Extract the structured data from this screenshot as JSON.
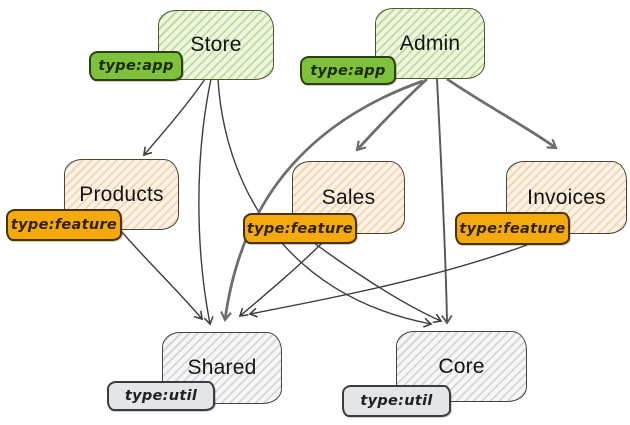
{
  "diagram": {
    "kind": "dependency-graph",
    "nodes": [
      {
        "id": "store",
        "label": "Store",
        "tag": "type:app",
        "type": "app"
      },
      {
        "id": "admin",
        "label": "Admin",
        "tag": "type:app",
        "type": "app"
      },
      {
        "id": "products",
        "label": "Products",
        "tag": "type:feature",
        "type": "feature"
      },
      {
        "id": "sales",
        "label": "Sales",
        "tag": "type:feature",
        "type": "feature"
      },
      {
        "id": "invoices",
        "label": "Invoices",
        "tag": "type:feature",
        "type": "feature"
      },
      {
        "id": "shared",
        "label": "Shared",
        "tag": "type:util",
        "type": "util"
      },
      {
        "id": "core",
        "label": "Core",
        "tag": "type:util",
        "type": "util"
      }
    ],
    "edges": [
      {
        "from": "store",
        "to": "products"
      },
      {
        "from": "store",
        "to": "shared"
      },
      {
        "from": "store",
        "to": "core"
      },
      {
        "from": "admin",
        "to": "sales"
      },
      {
        "from": "admin",
        "to": "invoices"
      },
      {
        "from": "admin",
        "to": "shared"
      },
      {
        "from": "admin",
        "to": "core"
      },
      {
        "from": "products",
        "to": "shared"
      },
      {
        "from": "sales",
        "to": "shared"
      },
      {
        "from": "sales",
        "to": "core"
      },
      {
        "from": "invoices",
        "to": "shared"
      }
    ],
    "colors": {
      "app_badge": "#7fc13a",
      "feature_badge": "#f4a90c",
      "util_badge": "#e3e5e7",
      "app_node_fill": "#eef5e0",
      "feature_node_fill": "#fcf3e8",
      "util_node_fill": "#f6f6f7",
      "edge": "#3d3d3d",
      "edge_heavy": "#6e6e6e"
    }
  }
}
